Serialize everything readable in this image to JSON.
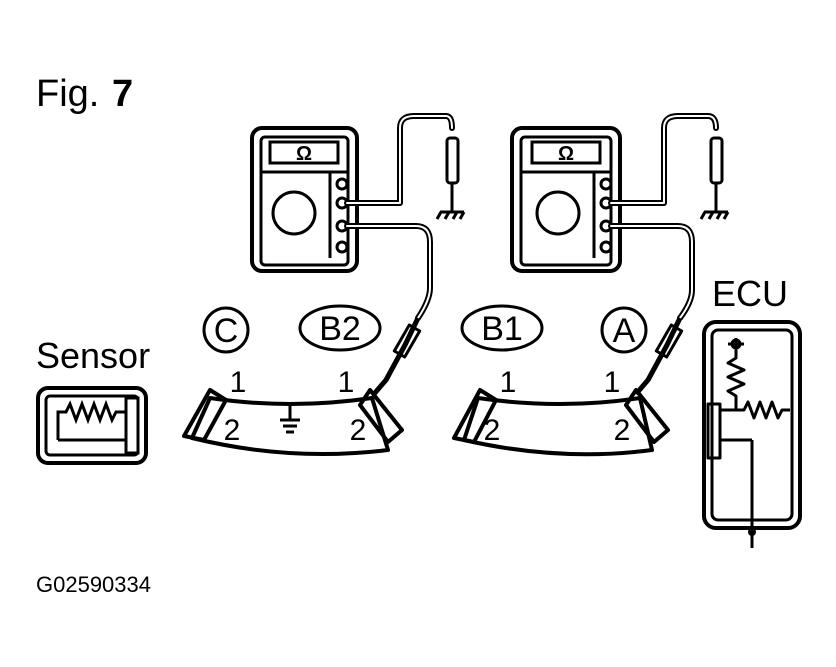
{
  "figure": {
    "label": "Fig.",
    "number": "7"
  },
  "image_code": "G02590334",
  "sensor": {
    "label": "Sensor"
  },
  "ecu": {
    "label": "ECU"
  },
  "meters": [
    {
      "display": "Ω"
    },
    {
      "display": "Ω"
    }
  ],
  "connectors": {
    "left": {
      "terminal_left": "C",
      "terminal_right": "B2",
      "pin_top_left": "1",
      "pin_top_right": "1",
      "pin_bottom_left": "2",
      "pin_bottom_right": "2"
    },
    "right": {
      "terminal_left": "B1",
      "terminal_right": "A",
      "pin_top_left": "1",
      "pin_top_right": "1",
      "pin_bottom_left": "2",
      "pin_bottom_right": "2"
    }
  }
}
